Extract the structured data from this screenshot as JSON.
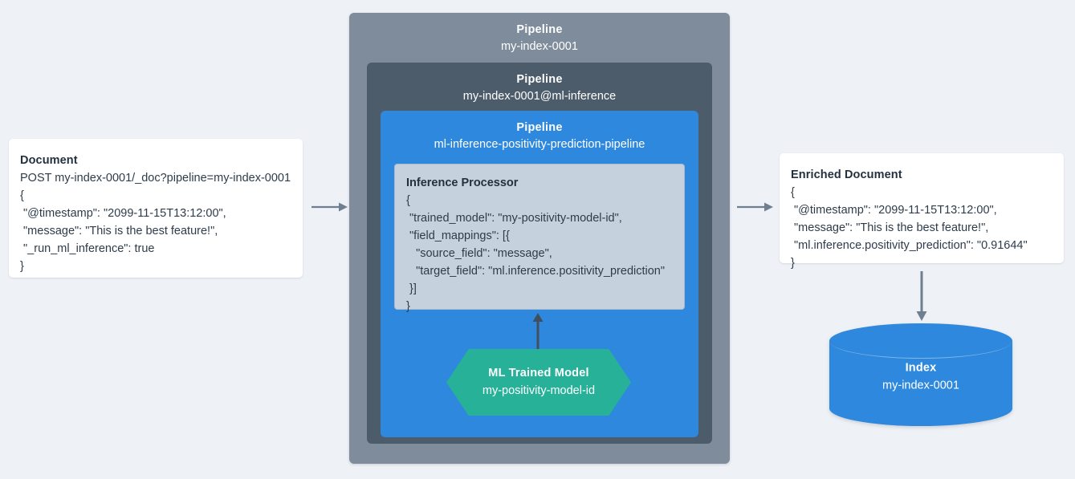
{
  "background_color": "#eef1f5",
  "palette": {
    "outer_pipeline": "#7e8c9b",
    "mid_pipeline": "#4c5c6b",
    "inner_pipeline": "#2e88dd",
    "processor_box": "#c5d2de",
    "model_hexagon": "#26b198",
    "index_cylinder": "#2e88dd",
    "arrow": "#6d7f90",
    "card": "#ffffff",
    "text_dark": "#2e3c4a"
  },
  "document": {
    "title": "Document",
    "lines": [
      "POST my-index-0001/_doc?pipeline=my-index-0001",
      "{",
      " \"@timestamp\": \"2099-11-15T13:12:00\",",
      " \"message\": \"This is the best feature!\",",
      " \"_run_ml_inference\": true",
      "}"
    ]
  },
  "pipelines": {
    "outer": {
      "type": "Pipeline",
      "name": "my-index-0001"
    },
    "mid": {
      "type": "Pipeline",
      "name": "my-index-0001@ml-inference"
    },
    "inner": {
      "type": "Pipeline",
      "name": "ml-inference-positivity-prediction-pipeline"
    }
  },
  "processor": {
    "title": "Inference Processor",
    "lines": [
      "{",
      " \"trained_model\": \"my-positivity-model-id\",",
      " \"field_mappings\": [{",
      "   \"source_field\": \"message\",",
      "   \"target_field\": \"ml.inference.positivity_prediction\"",
      " }]",
      "}"
    ]
  },
  "model": {
    "type": "ML Trained Model",
    "name": "my-positivity-model-id"
  },
  "enriched_document": {
    "title": "Enriched Document",
    "lines": [
      "{",
      " \"@timestamp\": \"2099-11-15T13:12:00\",",
      " \"message\": \"This is the best feature!\",",
      " \"ml.inference.positivity_prediction\": \"0.91644\"",
      "}"
    ]
  },
  "index": {
    "type": "Index",
    "name": "my-index-0001"
  },
  "arrows": {
    "document_to_pipeline": "arrow-right-icon",
    "pipeline_to_enriched": "arrow-right-icon",
    "model_to_processor": "arrow-up-icon",
    "enriched_to_index": "arrow-down-icon"
  }
}
